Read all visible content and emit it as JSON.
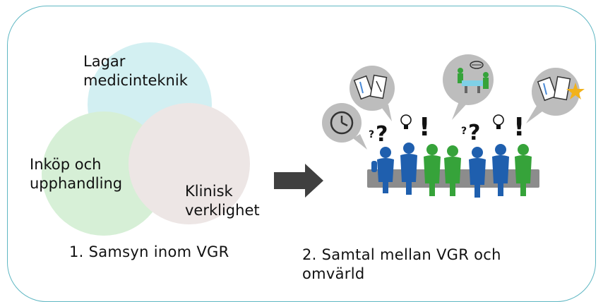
{
  "venn": {
    "circle_a": {
      "label": "Lagar\nmedicinteknik",
      "color": "#c8ecef"
    },
    "circle_b": {
      "label": "Inköp och\nupphandling",
      "color": "#cdeccd"
    },
    "circle_c": {
      "label": "Klinisk\nverklighet",
      "color": "#e9e0df"
    }
  },
  "captions": {
    "left": "1. Samsyn inom VGR",
    "right": "2. Samtal mellan VGR och\nomvärld"
  },
  "colors": {
    "frame": "#5fb7c3",
    "arrow": "#404040",
    "person_blue": "#1f5fae",
    "person_green": "#36a33a",
    "table": "#8c8c8c",
    "bubble": "#bdbdbd",
    "star": "#f2b21b"
  },
  "icons": {
    "clock": "clock-icon",
    "document_1": "document-icon",
    "surgery": "surgery-scene-icon",
    "document_2": "document-star-icon"
  }
}
